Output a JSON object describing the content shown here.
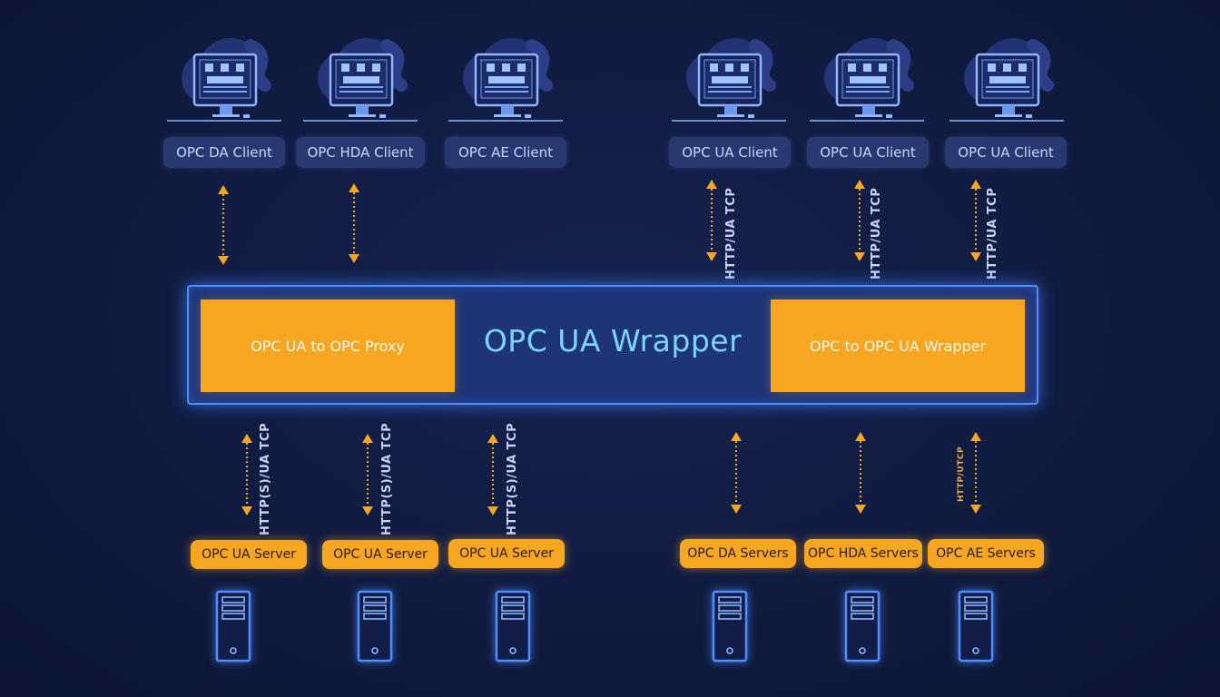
{
  "clients": [
    {
      "id": "da",
      "label": "OPC DA Client"
    },
    {
      "id": "hda",
      "label": "OPC HDA Client"
    },
    {
      "id": "ae",
      "label": "OPC AE Client"
    },
    {
      "id": "ua1",
      "label": "OPC UA Client"
    },
    {
      "id": "ua2",
      "label": "OPC UA Client"
    },
    {
      "id": "ua3",
      "label": "OPC UA Client"
    }
  ],
  "top_protocol_labels": [
    "HTTP/UA TCP",
    "HTTP/UA TCP",
    "HTTP/UA TCP"
  ],
  "wrapper": {
    "title": "OPC UA Wrapper",
    "left_box": "OPC UA to OPC Proxy",
    "right_box": "OPC to OPC UA Wrapper"
  },
  "bottom_protocol_labels": [
    "HTTP(S)/UA TCP",
    "HTTP(S)/UA TCP",
    "HTTP(S)/UA TCP",
    "HTTP/UTCP"
  ],
  "servers": [
    {
      "id": "ua1",
      "label": "OPC UA Server"
    },
    {
      "id": "ua2",
      "label": "OPC UA Server"
    },
    {
      "id": "ua3",
      "label": "OPC UA Server"
    },
    {
      "id": "da",
      "label": "OPC DA Servers"
    },
    {
      "id": "hda",
      "label": "OPC HDA Servers"
    },
    {
      "id": "ae",
      "label": "OPC AE Servers"
    }
  ],
  "colors": {
    "accent_orange": "#f6a621",
    "accent_blue": "#4f8dff",
    "background": "#101b40"
  }
}
